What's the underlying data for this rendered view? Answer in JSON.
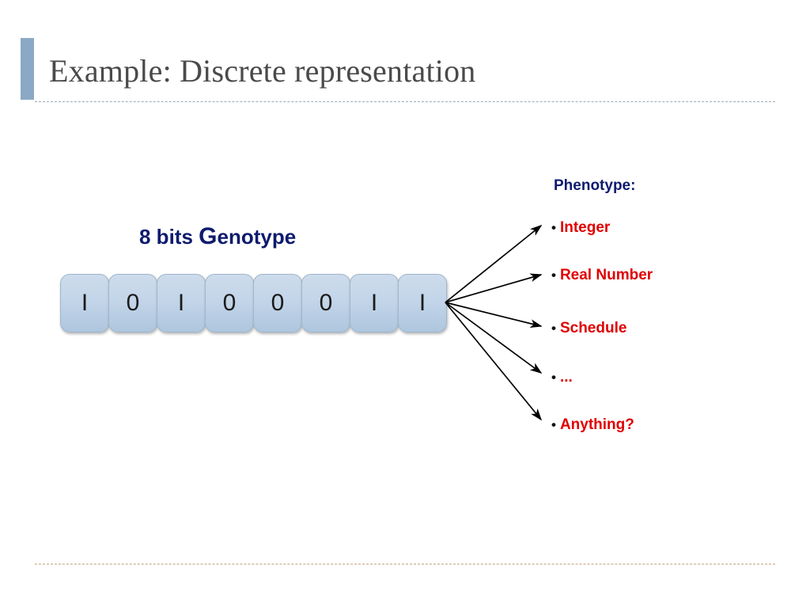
{
  "slide": {
    "title": "Example: Discrete representation",
    "accent_color": "#8ba9c4",
    "title_color": "#4a4a4a"
  },
  "genotype": {
    "label_prefix": "8 bits ",
    "label_big": "G",
    "label_suffix": "enotype",
    "label_color": "#0d1b6e",
    "bits": [
      "I",
      "0",
      "I",
      "0",
      "0",
      "0",
      "I",
      "I"
    ],
    "cell_fill": "#c3d5e9"
  },
  "phenotype": {
    "heading": "Phenotype:",
    "heading_color": "#0d1b6e",
    "item_color": "#e00000",
    "bullet": "•",
    "items": [
      {
        "label": "Integer"
      },
      {
        "label": "Real Number"
      },
      {
        "label": "Schedule"
      },
      {
        "label": "..."
      },
      {
        "label": "Anything?"
      }
    ]
  }
}
